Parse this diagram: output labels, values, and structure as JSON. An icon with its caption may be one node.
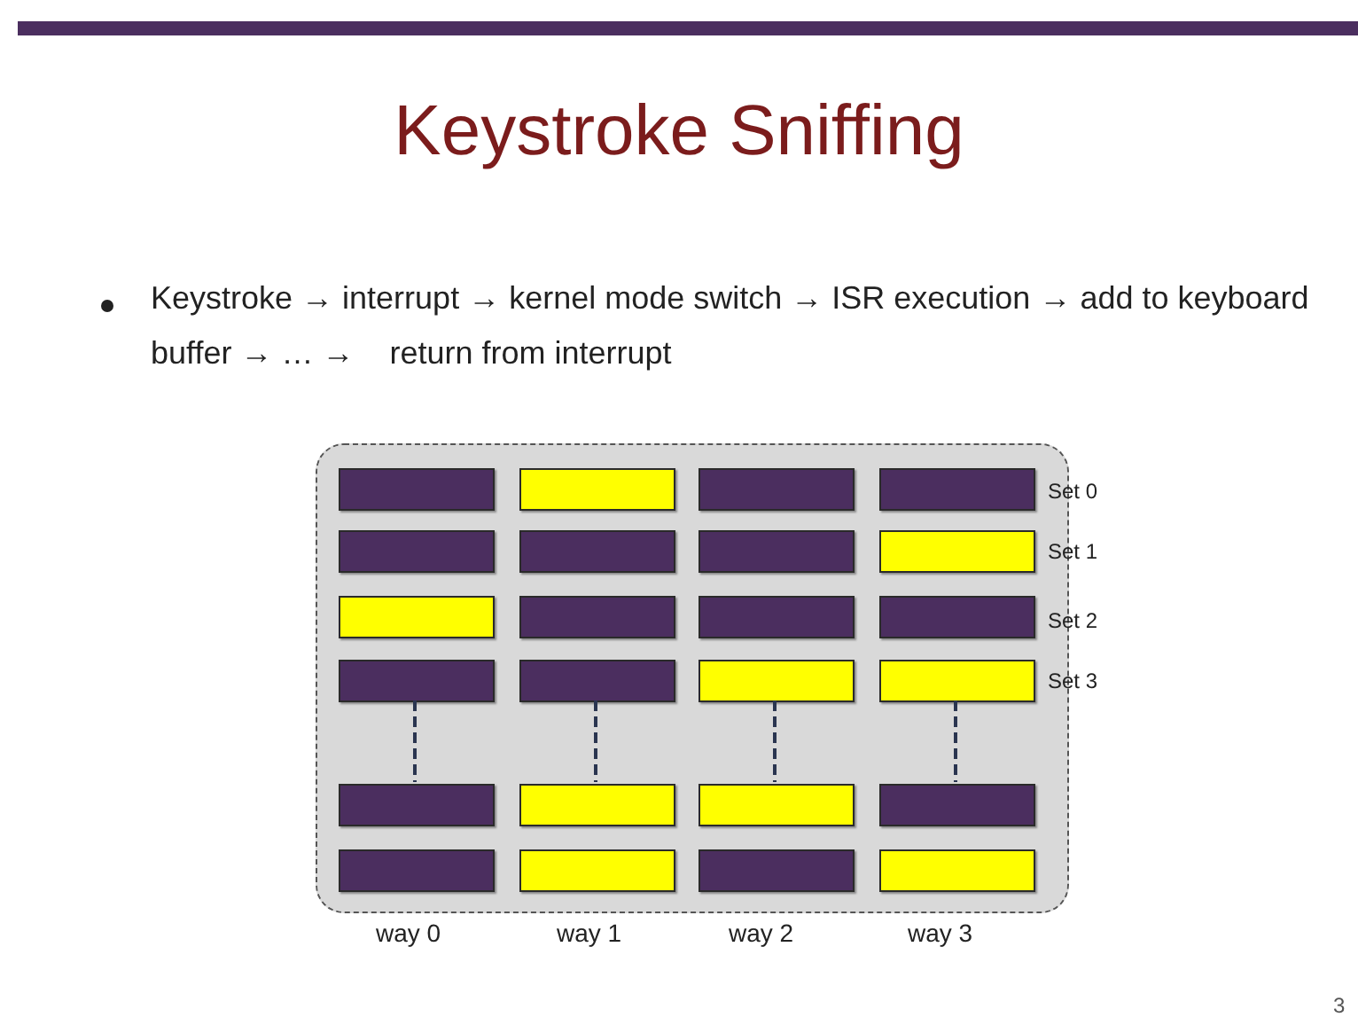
{
  "diagram": {
    "title": "Keystroke Sniffing",
    "nodes": [
      {
        "text": [],
        "shape": "box"
      },
      {
        "text": [],
        "shape": "bar",
        "in": 0
      },
      {
        "text": [],
        "shape": "bar",
        "in": 0
      },
      {
        "text": [],
        "shape": "bar",
        "in": 0
      },
      {
        "text": [],
        "shape": "bar",
        "in": 0
      },
      {
        "text": [],
        "shape": "bar",
        "in": 0
      },
      {
        "text": [],
        "shape": "bar",
        "in": 0
      },
      {
        "text": [],
        "shape": "bar",
        "in": 0
      },
      {
        "text": [],
        "shape": "bar",
        "in": 0
      },
      {
        "text": [],
        "shape": "bar",
        "in": 0
      },
      {
        "text": [],
        "shape": "bar",
        "in": 0
      },
      {
        "text": [],
        "shape": "bar",
        "in": 0
      },
      {
        "text": [],
        "shape": "bar",
        "in": 0
      },
      {
        "text": [],
        "shape": "bar",
        "in": 0
      },
      {
        "text": [],
        "shape": "bar",
        "in": 0
      },
      {
        "text": [],
        "shape": "bar",
        "in": 0
      },
      {
        "text": [],
        "shape": "bar",
        "in": 0
      },
      {
        "text": [],
        "shape": "bar",
        "in": 0
      },
      {
        "text": [],
        "shape": "bar",
        "in": 0
      },
      {
        "text": [],
        "shape": "bar",
        "in": 0
      },
      {
        "text": [],
        "shape": "bar",
        "in": 0
      },
      {
        "text": [],
        "shape": "bar",
        "in": 0
      },
      {
        "text": [],
        "shape": "bar",
        "in": 0
      },
      {
        "text": [],
        "shape": "bar",
        "in": 0
      },
      {
        "text": [],
        "shape": "bar",
        "in": 0
      }
    ],
    "edges": [
      {
        "from": 13,
        "to": 17,
        "arrow": "none",
        "style": "dashed"
      },
      {
        "from": 14,
        "to": 18,
        "arrow": "none",
        "style": "dashed"
      },
      {
        "from": 15,
        "to": 19,
        "arrow": "none",
        "style": "dashed"
      },
      {
        "from": 16,
        "to": 20,
        "arrow": "none",
        "style": "dashed"
      }
    ],
    "labels": [
      "Keystroke → interrupt → kernel mode switch → ISR execution → add to keyboard buffer → … →    return from interrupt",
      "Set 0",
      "Set 1",
      "Set 2",
      "Set 3",
      "way 0",
      "way 1",
      "way 2",
      "way 3",
      "3"
    ]
  }
}
